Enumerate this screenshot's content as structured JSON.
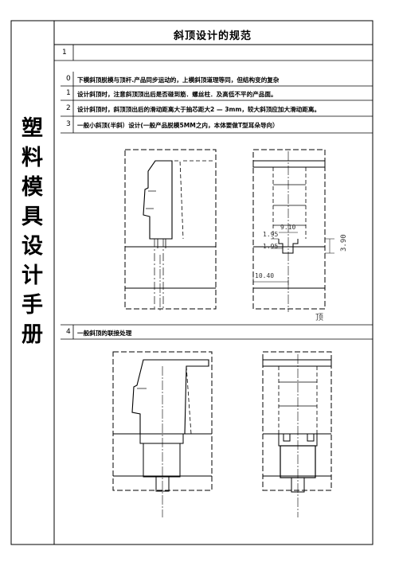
{
  "title": "斜顶设计的规范",
  "side_title": [
    "塑",
    "料",
    "模",
    "具",
    "设",
    "计",
    "手",
    "册"
  ],
  "section_index": "1",
  "rules": [
    {
      "num": "0",
      "text": "下模斜顶脱模与顶杆.产品同步运动的，上模斜顶道理等同，但结构变的复杂"
    },
    {
      "num": "1",
      "text": "设计斜顶时，注意斜顶顶出后是否碰到筋．螺丝柱．及高低不平的产品面。"
    },
    {
      "num": "2",
      "text": "设计斜顶时，斜顶顶出后的滑动距离大于抽芯距大2 — 3mm，较大斜顶应加大滑动距离。"
    },
    {
      "num": "3",
      "text": "一般小斜顶(半斜）设计(一般产品脱模5MM之内，本体要做T型耳朵导向）"
    },
    {
      "num": "4",
      "text": "一般斜顶的联接处理"
    }
  ],
  "dimensions": {
    "d1": "9.10",
    "d2": "1.95",
    "d3": "1.95",
    "d4": "3.90",
    "d5": "10.40"
  },
  "label_top": "顶"
}
